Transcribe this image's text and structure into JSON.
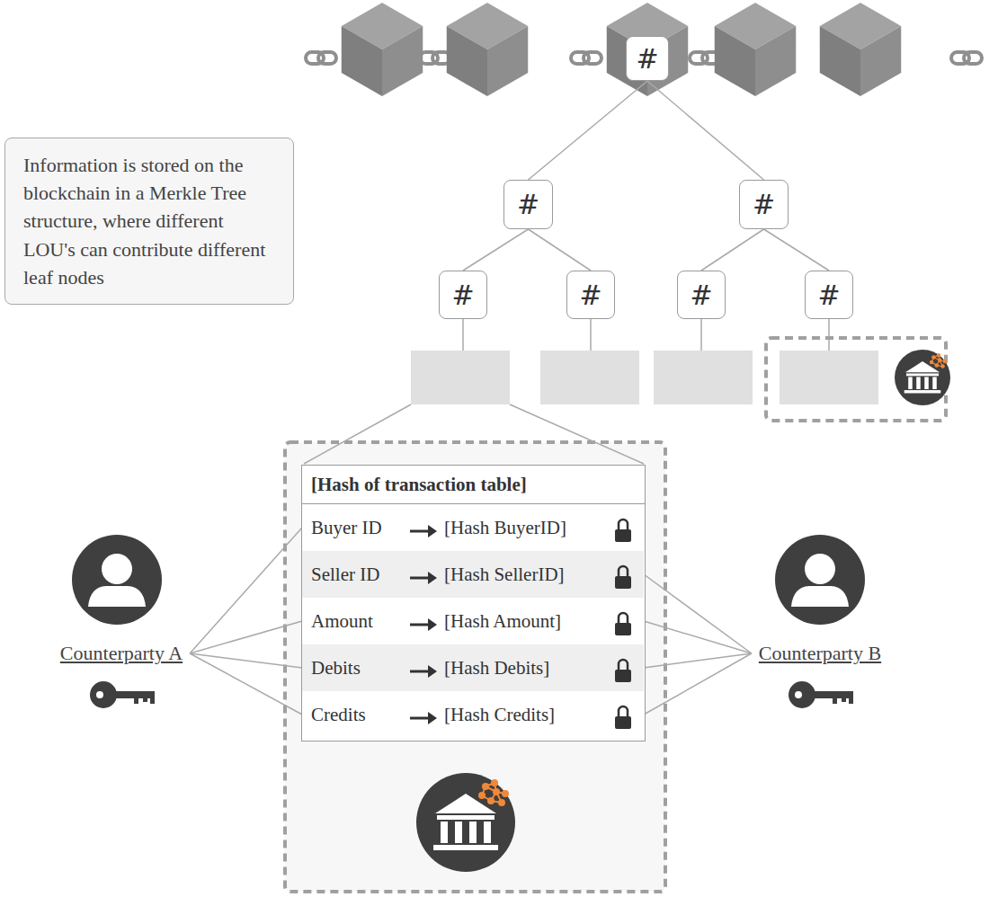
{
  "diagram": {
    "nodes": [
      {
        "text": [
          "Information is stored on the blockchain in a Merkle Tree structure, where different LOU's can contribute different leaf nodes"
        ]
      },
      {
        "text": [
          "#"
        ]
      },
      {
        "text": [
          "#"
        ]
      },
      {
        "text": [
          "#"
        ]
      },
      {
        "text": [
          "#"
        ]
      },
      {
        "text": [
          "#"
        ]
      },
      {
        "text": [
          "#"
        ]
      },
      {
        "text": [
          "#"
        ]
      },
      {
        "text": [
          "[Hash of transaction table]"
        ]
      },
      {
        "text": [
          "Buyer ID",
          "[Hash BuyerID]"
        ],
        "in": 8
      },
      {
        "text": [
          "Seller ID",
          "[Hash SellerID]"
        ],
        "in": 8
      },
      {
        "text": [
          "Amount",
          "[Hash Amount]"
        ],
        "in": 8
      },
      {
        "text": [
          "Debits",
          "[Hash Debits]"
        ],
        "in": 8
      },
      {
        "text": [
          "Credits",
          "[Hash Credits]"
        ],
        "in": 8
      },
      {
        "text": [
          "Counterparty A"
        ]
      },
      {
        "text": [
          "Counterparty B"
        ]
      }
    ],
    "edges": [
      {
        "from": 1,
        "to": 2,
        "arrow": "none"
      },
      {
        "from": 1,
        "to": 3,
        "arrow": "none"
      },
      {
        "from": 2,
        "to": 4,
        "arrow": "none"
      },
      {
        "from": 2,
        "to": 5,
        "arrow": "none"
      },
      {
        "from": 3,
        "to": 6,
        "arrow": "none"
      },
      {
        "from": 3,
        "to": 7,
        "arrow": "none"
      },
      {
        "from": 14,
        "to": 9,
        "arrow": "none"
      },
      {
        "from": 14,
        "to": 11,
        "arrow": "none"
      },
      {
        "from": 14,
        "to": 12,
        "arrow": "none"
      },
      {
        "from": 14,
        "to": 13,
        "arrow": "none"
      },
      {
        "from": 15,
        "to": 10,
        "arrow": "none"
      },
      {
        "from": 15,
        "to": 11,
        "arrow": "none"
      },
      {
        "from": 15,
        "to": 12,
        "arrow": "none"
      },
      {
        "from": 15,
        "to": 13,
        "arrow": "none"
      }
    ]
  }
}
